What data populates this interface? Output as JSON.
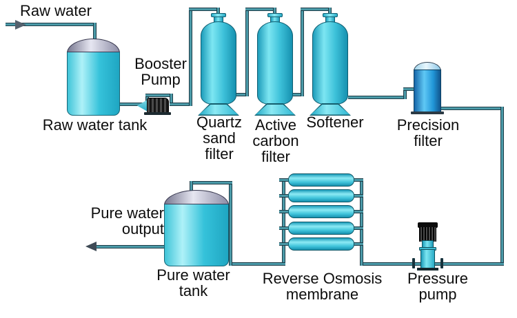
{
  "diagram_type": "water-treatment-process-flow",
  "colors": {
    "pipe_outline": "#1d3b46",
    "pipe_fill": "#4b9aa8",
    "vessel_cyan": "#3ec2da",
    "tank_dome_gray": "#b9b9cc",
    "precision_filter_blue": "#2196d8",
    "pump_motor_black": "#151515",
    "label_text": "#0d0d0d",
    "background": "#ffffff"
  },
  "nodes": {
    "raw_water_inlet": {
      "label": "Raw water"
    },
    "raw_water_tank": {
      "label": "Raw water tank"
    },
    "booster_pump": {
      "lines": [
        "Booster",
        "Pump"
      ]
    },
    "quartz_sand_filter": {
      "lines": [
        "Quartz",
        "sand",
        "filter"
      ]
    },
    "active_carbon_filter": {
      "lines": [
        "Active",
        "carbon",
        "filter"
      ]
    },
    "softener": {
      "label": "Softener"
    },
    "precision_filter": {
      "lines": [
        "Precision",
        "filter"
      ]
    },
    "pressure_pump": {
      "lines": [
        "Pressure",
        "pump"
      ]
    },
    "reverse_osmosis_membrane": {
      "lines": [
        "Reverse Osmosis",
        "membrane"
      ]
    },
    "pure_water_tank": {
      "lines": [
        "Pure water",
        "tank"
      ]
    },
    "pure_water_output": {
      "lines": [
        "Pure water",
        "output"
      ]
    }
  },
  "flow_order": [
    "Raw water",
    "Raw water tank",
    "Booster Pump",
    "Quartz sand filter",
    "Active carbon filter",
    "Softener",
    "Precision filter",
    "Pressure pump",
    "Reverse Osmosis membrane",
    "Pure water tank",
    "Pure water output"
  ],
  "ro_membrane_tube_count": 5
}
